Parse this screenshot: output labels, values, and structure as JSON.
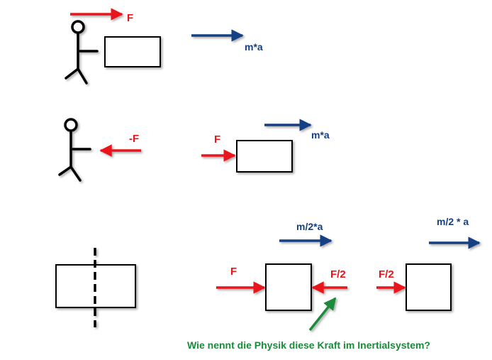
{
  "colors": {
    "red": "#e8141b",
    "blue": "#153f84",
    "green": "#1a8a3a",
    "black": "#000000"
  },
  "row1": {
    "force_label": "F",
    "motion_label": "m*a"
  },
  "row2": {
    "reaction_label": "-F",
    "force_label": "F",
    "motion_label": "m*a"
  },
  "row3": {
    "left_half_motion_label": "m/2*a",
    "right_half_motion_label": "m/2 * a",
    "left_force_label": "F",
    "internal_force_label": "F/2",
    "right_force_label": "F/2",
    "question": "Wie nennt die Physik diese Kraft im Inertialsystem?"
  },
  "icons": [
    "stick-figure",
    "arrow",
    "dashed-cut-line"
  ]
}
